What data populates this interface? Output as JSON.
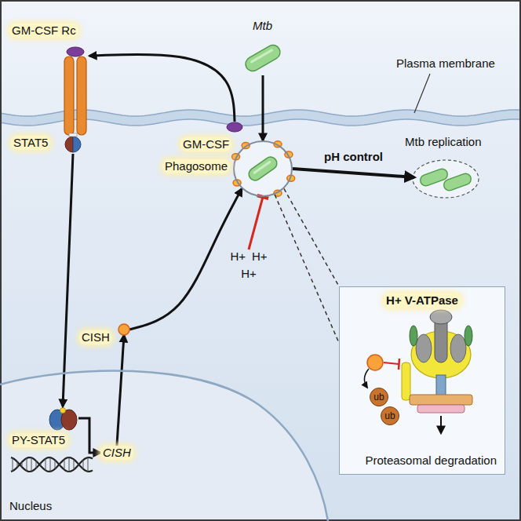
{
  "diagram": {
    "nodes": [
      {
        "text": [
          "GM-CSF Rc"
        ]
      },
      {
        "text": [
          "STAT5"
        ]
      },
      {
        "text": [
          "GM-CSF"
        ]
      },
      {
        "text": [
          "Mtb"
        ]
      },
      {
        "text": [
          "Phagosome"
        ]
      },
      {
        "text": [
          "Mtb replication"
        ]
      },
      {
        "text": [
          "Nucleus"
        ]
      },
      {
        "text": [
          "PY-STAT5"
        ],
        "in": 6
      },
      {
        "text": [
          "CISH"
        ],
        "in": 6
      },
      {
        "text": [
          "CISH"
        ]
      },
      {
        "text": [
          "H+",
          "H+",
          "H+"
        ]
      },
      {
        "text": [
          "H+ V-ATPase",
          "Proteasomal degradation"
        ]
      },
      {
        "text": [
          "ub"
        ],
        "in": 11
      },
      {
        "text": [
          "ub"
        ],
        "in": 11
      }
    ],
    "edges": [
      {
        "from": 2,
        "to": 0,
        "arrow": "to"
      },
      {
        "from": 3,
        "to": 4,
        "arrow": "to"
      },
      {
        "from": 4,
        "to": 5,
        "label": "pH control",
        "arrow": "to"
      },
      {
        "from": 1,
        "to": 7,
        "arrow": "to"
      },
      {
        "from": 7,
        "to": 8,
        "arrow": "to"
      },
      {
        "from": 8,
        "to": 9,
        "arrow": "to"
      },
      {
        "from": 9,
        "to": 4,
        "arrow": "to"
      },
      {
        "from": 10,
        "to": 4,
        "arrow": "to"
      },
      {
        "from": 4,
        "to": 11,
        "arrow": "none"
      },
      {
        "from": 4,
        "to": 11,
        "arrow": "none"
      }
    ],
    "labels": [
      "Plasma membrane"
    ]
  }
}
